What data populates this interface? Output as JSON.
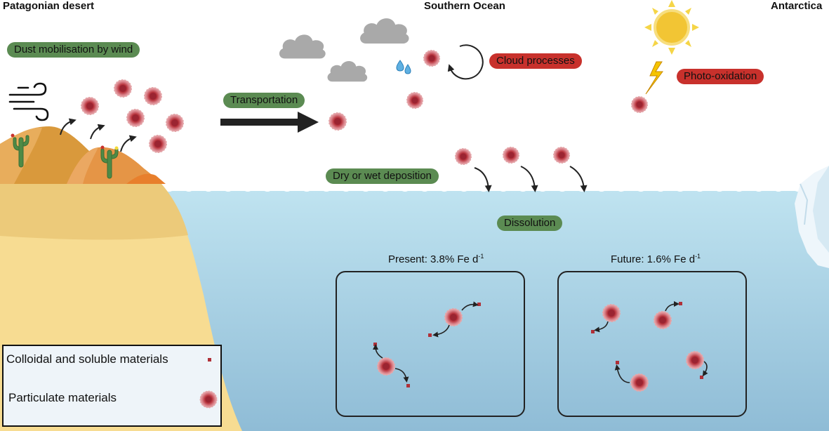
{
  "regions": {
    "left": "Patagonian desert",
    "middle": "Southern Ocean",
    "right": "Antarctica"
  },
  "processes": {
    "dust": "Dust mobilisation by wind",
    "transport": "Transportation",
    "cloud": "Cloud processes",
    "photo": "Photo-oxidation",
    "deposition": "Dry or wet deposition",
    "dissolution": "Dissolution"
  },
  "panels": {
    "present": {
      "label": "Present: 3.8% Fe d",
      "sup": "-1"
    },
    "future": {
      "label": "Future: 1.6% Fe d",
      "sup": "-1"
    }
  },
  "legend": {
    "colloidal": "Colloidal and soluble materials",
    "particulate": "Particulate materials"
  },
  "colors": {
    "process_green": "#5b8b52",
    "process_red": "#c8312c",
    "ocean": "#b7dcea",
    "sand": "#f6d98d",
    "particle": "#b03038"
  },
  "icons": [
    "wind-icon",
    "cloud-icon",
    "water-drops-icon",
    "sun-icon",
    "lightning-icon",
    "cactus-icon",
    "iceberg-icon",
    "arrow-icon",
    "particle-icon"
  ]
}
